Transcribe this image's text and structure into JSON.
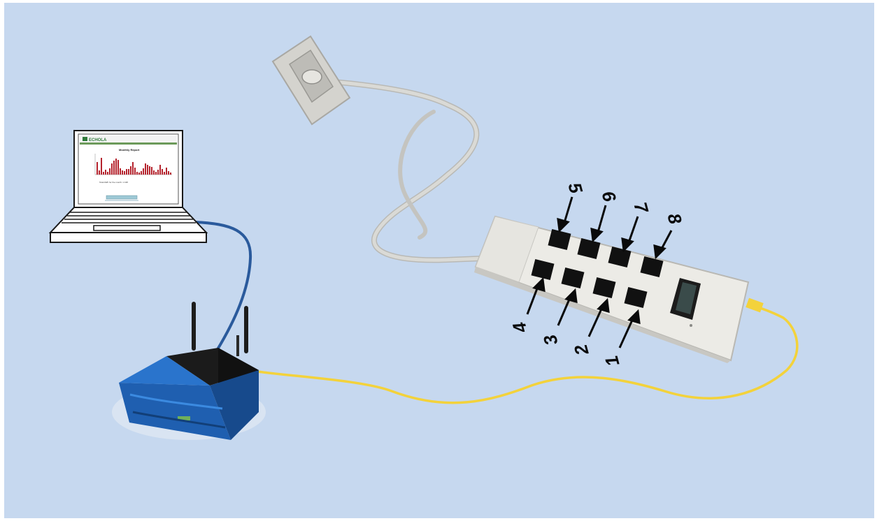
{
  "laptop_screen": {
    "logo_text": "ECHOLA",
    "report_title": "Monthly Report",
    "summary_caption": "Total kWh for the month: 1 138"
  },
  "outlet_labels": [
    "1",
    "2",
    "3",
    "4",
    "5",
    "6",
    "7",
    "8"
  ],
  "colors": {
    "background": "#c6d8ef",
    "ethernet_blue": "#2a5a9c",
    "ethernet_yellow": "#f3d23b",
    "power_cord": "#d0d0cc",
    "strip_body": "#ecebe6",
    "router_blue": "#1f5fb0",
    "router_dark": "#1b1b1b",
    "bar_red": "#b5232d"
  },
  "icons": [
    "laptop-icon",
    "wireless-router-icon",
    "wall-outlet-icon",
    "power-strip-icon"
  ]
}
